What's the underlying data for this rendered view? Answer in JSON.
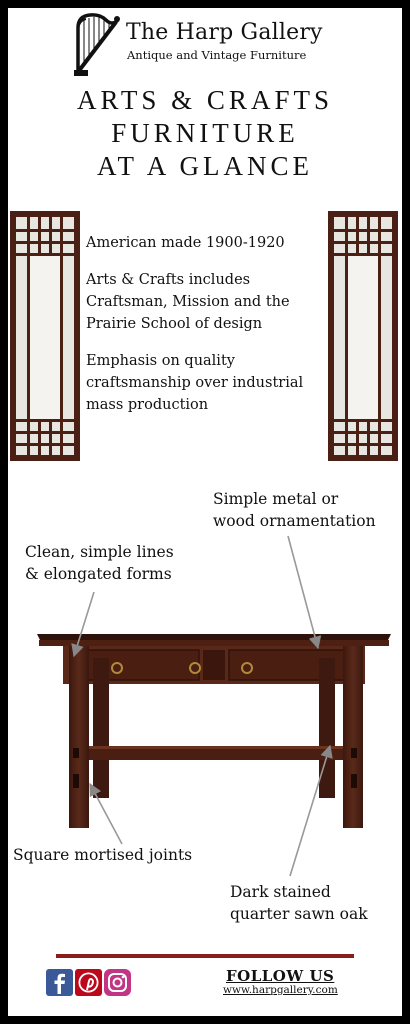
{
  "brand": {
    "name": "The Harp Gallery",
    "tagline": "Antique and Vintage Furniture"
  },
  "headline": {
    "line1": "ARTS & CRAFTS",
    "line2": "FURNITURE",
    "line3": "AT A GLANCE"
  },
  "facts": [
    "American made 1900-1920",
    "Arts & Crafts includes Craftsman, Mission and the Prairie School of design",
    "Emphasis on quality craftsmanship over industrial mass production"
  ],
  "annotations": {
    "ornamentation": [
      "Simple metal or",
      "wood ornamentation"
    ],
    "lines": [
      "Clean, simple lines",
      "& elongated forms"
    ],
    "joints": "Square mortised joints",
    "oak": [
      "Dark stained",
      "quarter sawn oak"
    ]
  },
  "footer": {
    "follow": "FOLLOW US",
    "website": "www.harpgallery.com",
    "social_icons": [
      "facebook-icon",
      "pinterest-icon",
      "instagram-icon"
    ]
  },
  "colors": {
    "accent_rule": "#8b1c1c",
    "wood": "#4a1f14",
    "facebook": "#3b5998",
    "pinterest": "#bd081c",
    "instagram": "#c13584"
  }
}
